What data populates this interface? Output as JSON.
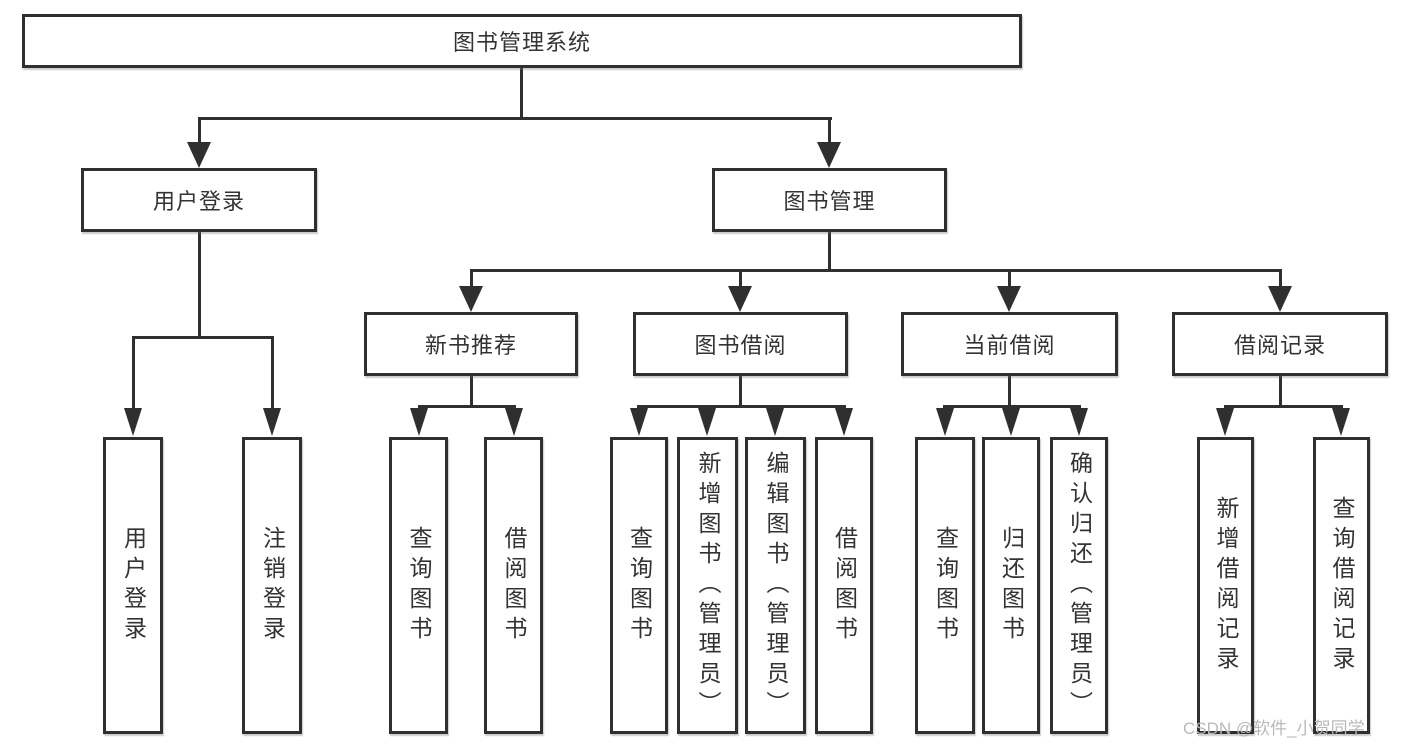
{
  "tree": {
    "root": {
      "label": "图书管理系统"
    },
    "user_login": {
      "label": "用户登录",
      "leaves": [
        {
          "label": "用户登录"
        },
        {
          "label": "注销登录"
        }
      ]
    },
    "book_mgmt": {
      "label": "图书管理",
      "sections": [
        {
          "label": "新书推荐",
          "leaves": [
            {
              "label": "查询图书"
            },
            {
              "label": "借阅图书"
            }
          ]
        },
        {
          "label": "图书借阅",
          "leaves": [
            {
              "label": "查询图书"
            },
            {
              "label": "新增图书（管理员）"
            },
            {
              "label": "编辑图书（管理员）"
            },
            {
              "label": "借阅图书"
            }
          ]
        },
        {
          "label": "当前借阅",
          "leaves": [
            {
              "label": "查询图书"
            },
            {
              "label": "归还图书"
            },
            {
              "label": "确认归还（管理员）"
            }
          ]
        },
        {
          "label": "借阅记录",
          "leaves": [
            {
              "label": "新增借阅记录"
            },
            {
              "label": "查询借阅记录"
            }
          ]
        }
      ]
    }
  },
  "watermark": {
    "text": "CSDN @软件_小贺同学"
  },
  "colors": {
    "line": "#2f2f2f",
    "text": "#333333",
    "background": "#ffffff",
    "watermark": "#b9b9b9"
  }
}
